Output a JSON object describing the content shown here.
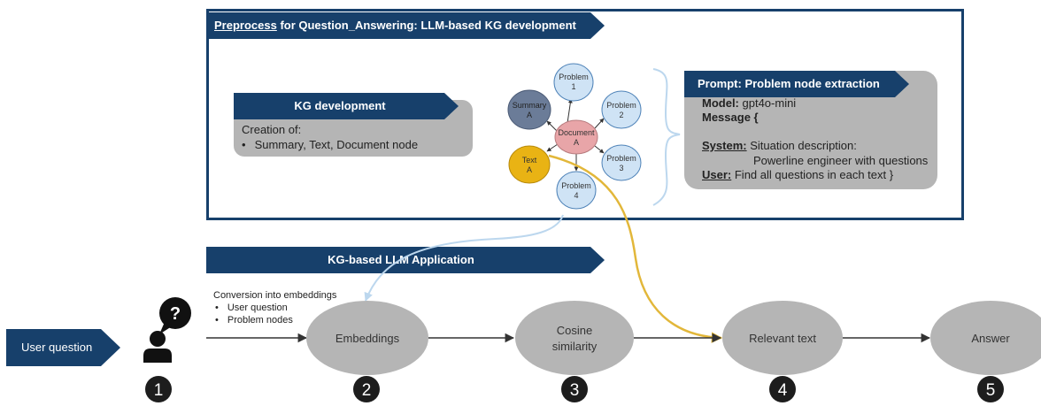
{
  "preprocess": {
    "title_prefix": "Preprocess",
    "title_rest": " for Question_Answering: LLM-based KG development"
  },
  "kg_development": {
    "header": "KG development",
    "creation_label": "Creation of:",
    "items": [
      "Summary, Text, Document node"
    ]
  },
  "graph": {
    "document": [
      "Document",
      "A"
    ],
    "summary": [
      "Summary",
      "A"
    ],
    "text": [
      "Text",
      "A"
    ],
    "problem1": [
      "Problem",
      "1"
    ],
    "problem2": [
      "Problem",
      "2"
    ],
    "problem3": [
      "Problem",
      "3"
    ],
    "problem4": [
      "Problem",
      "4"
    ]
  },
  "prompt": {
    "header": "Prompt: Problem node extraction",
    "model_label": "Model:",
    "model_value": " gpt4o-mini",
    "message": "Message {",
    "system_label": "System:",
    "system_value": " Situation description:",
    "system_value2": "Powerline engineer with questions",
    "user_label": "User:",
    "user_value": " Find all questions in each text }"
  },
  "application": {
    "header": "KG-based LLM Application",
    "conversion_title": "Conversion into embeddings",
    "conversion_items": [
      "User question",
      "Problem nodes"
    ]
  },
  "pipeline": {
    "user_question": "User question",
    "question_mark": "?",
    "embeddings": "Embeddings",
    "cosine_1": "Cosine",
    "cosine_2": "similarity",
    "relevant_text": "Relevant text",
    "answer": "Answer",
    "steps": [
      "1",
      "2",
      "3",
      "4",
      "5"
    ]
  },
  "colors": {
    "navy": "#17406b",
    "grey": "#b5b5b5",
    "light_blue": "#cfe3f5",
    "document_pink": "#e8a5a8",
    "summary_slate": "#6b7c98",
    "text_gold": "#e9b314",
    "connector_blue": "#bcd7ee",
    "connector_gold": "#e2b73a"
  }
}
